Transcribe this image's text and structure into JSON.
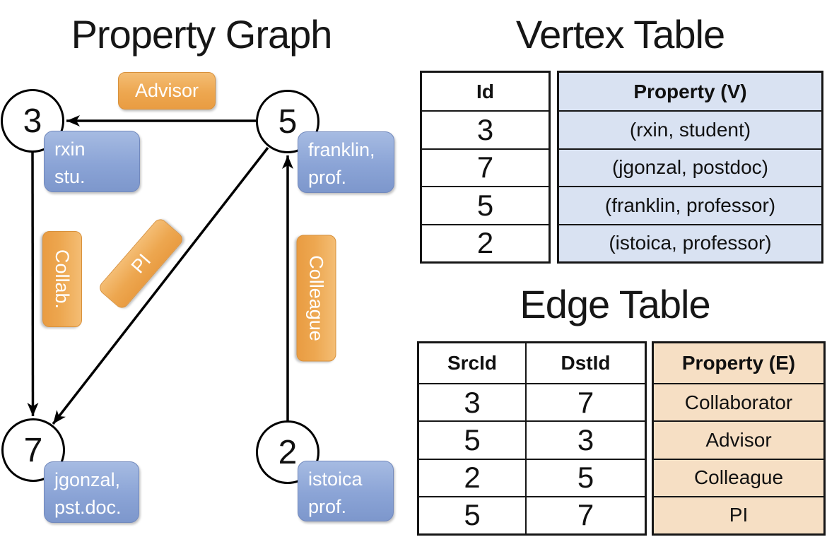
{
  "colors": {
    "line": "#000000",
    "node_fill": "#ffffff",
    "vertex_box_top": "#a6bbe2",
    "vertex_box_bottom": "#7d97cc",
    "edge_box_top": "#f4bd74",
    "edge_box_bottom": "#e99c42",
    "vertex_table_fill": "#d9e2f2",
    "edge_table_fill": "#f6dfc4"
  },
  "panel_left": {
    "title": "Property Graph",
    "nodes": [
      {
        "id": "3"
      },
      {
        "id": "5"
      },
      {
        "id": "7"
      },
      {
        "id": "2"
      }
    ],
    "vertex_labels": [
      {
        "lines": [
          "rxin",
          "stu."
        ]
      },
      {
        "lines": [
          "franklin,",
          "prof."
        ]
      },
      {
        "lines": [
          "jgonzal,",
          "pst.doc."
        ]
      },
      {
        "lines": [
          "istoica",
          "prof."
        ]
      }
    ],
    "edge_labels": [
      "Advisor",
      "Collab.",
      "PI",
      "Colleague"
    ]
  },
  "vertex_table": {
    "title": "Vertex Table",
    "columns": [
      "Id",
      "Property (V)"
    ],
    "rows": [
      [
        "3",
        "(rxin, student)"
      ],
      [
        "7",
        "(jgonzal, postdoc)"
      ],
      [
        "5",
        "(franklin, professor)"
      ],
      [
        "2",
        "(istoica, professor)"
      ]
    ]
  },
  "edge_table": {
    "title": "Edge Table",
    "columns": [
      "SrcId",
      "DstId",
      "Property (E)"
    ],
    "rows": [
      [
        "3",
        "7",
        "Collaborator"
      ],
      [
        "5",
        "3",
        "Advisor"
      ],
      [
        "2",
        "5",
        "Colleague"
      ],
      [
        "5",
        "7",
        "PI"
      ]
    ]
  }
}
